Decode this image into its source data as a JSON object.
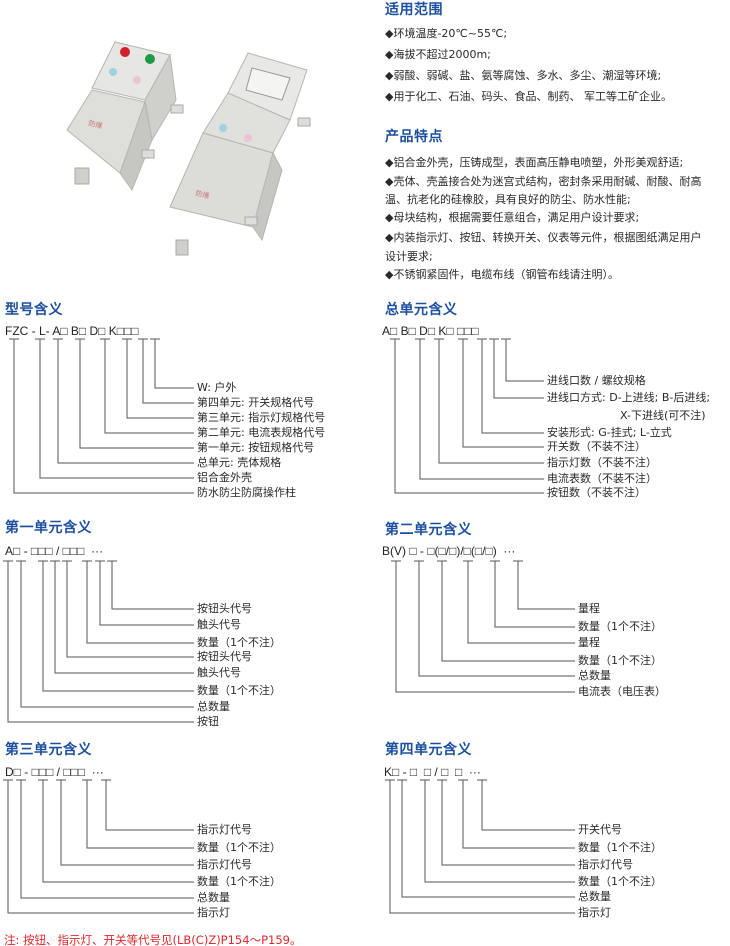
{
  "scope": {
    "title": "适用范围",
    "items": [
      "◆环境温度-20℃~55℃;",
      "◆海拔不超过2000m;",
      "◆弱酸、弱碱、盐、氨等腐蚀、多水、多尘、潮湿等环境;",
      "◆用于化工、石油、码头、食品、制药、 军工等工矿企业。"
    ]
  },
  "features": {
    "title": "产品特点",
    "items": [
      "◆铝合金外壳，压铸成型，表面高压静电喷塑，外形美观舒适;",
      "◆壳体、壳盖接合处为迷宫式结构，密封条采用耐碱、耐酸、耐高",
      "   温、抗老化的硅橡胶，具有良好的防尘、防水性能;",
      "◆母块结构，根据需要任意组合，满足用户设计要求;",
      "◆内装指示灯、按钮、转换开关、仪表等元件，根据图纸满足用户",
      "   设计要求;",
      "◆不锈钢紧固件，电缆布线（钢管布线请注明）。"
    ]
  },
  "diagrams": [
    {
      "title": "型号含义",
      "code": "FZC - L- A□ B□ D□ K□□□",
      "labels": [
        "W:  户外",
        "第四单元:  开关规格代号",
        "第三单元:  指示灯规格代号",
        "第二单元:  电流表规格代号",
        "第一单元:  按钮规格代号",
        "总单元:  壳体规格",
        "铝合金外壳",
        "防水防尘防腐操作柱"
      ]
    },
    {
      "title": "总单元含义",
      "code": "A□ B□ D□ K□ □□□",
      "labels": [
        "进线口数 / 螺纹规格",
        "进线口方式:  D-上进线;  B-后进线;",
        "安装形式:  G-挂式;  L-立式",
        "开关数（不装不注）",
        "指示灯数（不装不注）",
        "电流表数（不装不注）",
        "按钮数（不装不注）"
      ],
      "continuation": "X-下进线(可不注)"
    },
    {
      "title": "第一单元含义",
      "code": "A□ - □□□ / □□□  ···",
      "labels": [
        "按钮头代号",
        "触头代号",
        "数量（1个不注）",
        "按钮头代号",
        "触头代号",
        "数量（1个不注）",
        "总数量",
        "按钮"
      ]
    },
    {
      "title": "第二单元含义",
      "code": "B(V) □ - □(□/□)/□(□/□)  ···",
      "labels": [
        "量程",
        "数量（1个不注）",
        "量程",
        "数量（1个不注）",
        "总数量",
        "电流表（电压表）"
      ]
    },
    {
      "title": "第三单元含义",
      "code": "D□ - □□□ / □□□  ···",
      "labels": [
        "指示灯代号",
        "数量（1个不注）",
        "指示灯代号",
        "数量（1个不注）",
        "总数量",
        "指示灯"
      ]
    },
    {
      "title": "第四单元含义",
      "code": "K□ - □  □ / □  □  ···",
      "labels": [
        "开关代号",
        "数量（1个不注）",
        "指示灯代号",
        "数量（1个不注）",
        "总数量",
        "指示灯"
      ]
    }
  ],
  "note": "注:  按钮、指示灯、开关等代号见(LB(C)Z)P154～P159。",
  "colors": {
    "heading": "#1c4f9e",
    "note": "#e0262b",
    "line": "#555555"
  }
}
